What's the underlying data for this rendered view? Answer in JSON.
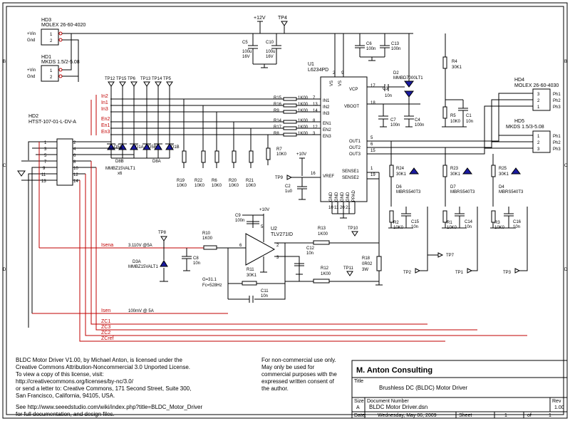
{
  "connectors": {
    "hd3": {
      "ref": "HD3",
      "value": "MOLEX 26-60-4020",
      "pins": [
        "+Vin",
        "Gnd"
      ],
      "pin_numbers": [
        "1",
        "2"
      ]
    },
    "hd1": {
      "ref": "HD1",
      "value": "MKDS 1.5/2-5.08",
      "pins": [
        "+Vin",
        "Gnd"
      ],
      "pin_numbers": [
        "1",
        "2"
      ]
    },
    "hd2": {
      "ref": "HD2",
      "value": "HTST-107-01-L-DV-A",
      "pin_numbers": [
        "2",
        "4",
        "6",
        "8",
        "10",
        "12",
        "14",
        "1",
        "3",
        "5",
        "7",
        "9",
        "11",
        "13"
      ]
    },
    "hd4": {
      "ref": "HD4",
      "value": "MOLEX 26-60-4030",
      "pins": [
        "Ph1",
        "Ph2",
        "Ph3"
      ],
      "pin_numbers": [
        "3",
        "2",
        "1"
      ]
    },
    "hd5": {
      "ref": "HD5",
      "value": "MKDS 1.5/3-5.08",
      "pins": [
        "Ph1",
        "Ph2",
        "Ph3"
      ],
      "pin_numbers": [
        "1",
        "2",
        "3"
      ]
    }
  },
  "power": {
    "v12": "+12V",
    "v10a": "+10V",
    "v10b": "+10V"
  },
  "testpoints": [
    "TP4",
    "TP12",
    "TP15",
    "TP6",
    "TP13",
    "TP14",
    "TP5",
    "TP9",
    "TP8",
    "TP10",
    "TP11",
    "TP2",
    "TP7",
    "TP1",
    "TP3"
  ],
  "ic": {
    "ref": "U1",
    "value": "L6234PD",
    "pins_left": [
      {
        "name": "IN1",
        "num": "7"
      },
      {
        "name": "IN2",
        "num": "13"
      },
      {
        "name": "IN3",
        "num": "14"
      },
      {
        "name": "EN1",
        "num": "8"
      },
      {
        "name": "EN2",
        "num": "12"
      },
      {
        "name": "EN3",
        "num": "3"
      },
      {
        "name": "VREF",
        "num": "16"
      }
    ],
    "pins_right": [
      {
        "name": "VCP",
        "num": "17"
      },
      {
        "name": "VBOOT",
        "num": "18"
      },
      {
        "name": "OUT1",
        "num": "5"
      },
      {
        "name": "OUT2",
        "num": "6"
      },
      {
        "name": "OUT3",
        "num": "15"
      },
      {
        "name": "SENSE1",
        "num": "1"
      },
      {
        "name": "SENSE2",
        "num": "19"
      }
    ],
    "pins_top": [
      {
        "name": "VS",
        "num": "2"
      },
      {
        "name": "VS",
        "num": "9"
      }
    ],
    "pins_bottom": [
      {
        "name": "GND",
        "num": "10"
      },
      {
        "name": "GND",
        "num": "11"
      },
      {
        "name": "GND",
        "num": "20"
      },
      {
        "name": "GND",
        "num": "21"
      },
      {
        "name": "PPAD",
        "num": ""
      }
    ]
  },
  "opamp": {
    "ref": "U2",
    "value": "TLV271ID",
    "pins": [
      "6",
      "2",
      "3",
      "5"
    ]
  },
  "components": {
    "r15": "R15",
    "r15v": "1K00",
    "r16": "R16",
    "r16v": "1K00",
    "r9": "R9",
    "r9v": "1K00",
    "r14": "R14",
    "r14v": "1K00",
    "r17": "R17",
    "r17v": "1K00",
    "r8": "R8",
    "r8v": "1K00",
    "r7": "R7",
    "r7v": "10K0",
    "r19": "R19",
    "r19v": "10K0",
    "r22": "R22",
    "r22v": "10K0",
    "r6": "R6",
    "r6v": "10K0",
    "r20": "R20",
    "r20v": "10K0",
    "r21": "R21",
    "r21v": "10K0",
    "r4": "R4",
    "r4v": "30K1",
    "r5": "R5",
    "r5v": "10K0",
    "r24": "R24",
    "r24v": "30K1",
    "r23": "R23",
    "r23v": "30K1",
    "r25": "R25",
    "r25v": "30K1",
    "r2": "R2",
    "r2v": "10K0",
    "r1": "R1",
    "r1v": "10K0",
    "r3": "R3",
    "r3v": "10K0",
    "r10": "R10",
    "r10v": "1K00",
    "r11": "R11",
    "r11v": "30K1",
    "r13": "R13",
    "r13v": "1K00",
    "r12": "R12",
    "r12v": "1K00",
    "r18": "R18",
    "r18v": "0R02",
    "r18p": "3W",
    "c5": "C5",
    "c5v": "100u",
    "c5v2": "16V",
    "c10": "C10",
    "c10v": "100u",
    "c10v2": "16V",
    "c6": "C6",
    "c6v": "100n",
    "c13": "C13",
    "c13v": "100n",
    "c3": "C3",
    "c3v": "10n",
    "c1": "C1",
    "c1v": "10n",
    "c7": "C7",
    "c7v": "100n",
    "c4": "C4",
    "c4v": "100n",
    "c2": "C2",
    "c2v": "1u0",
    "c15": "C15",
    "c15v": "10n",
    "c14": "C14",
    "c14v": "10n",
    "c16": "C16",
    "c16v": "10n",
    "c9": "C9",
    "c9v": "100n",
    "c8": "C8",
    "c8v": "10n",
    "c12": "C12",
    "c12v": "10n",
    "c11": "C11",
    "c11v": "10n",
    "d2": "D2",
    "d2v": "MMBD7000LT1",
    "d5a": "D5A",
    "d8b": "D8B",
    "d1a": "D1A",
    "d5b": "D5B",
    "d1b": "D1B",
    "d8a": "D8A",
    "dzv": "MMBZ15VALT1",
    "dzq": "x6",
    "d6": "D6",
    "d6v": "MBRS540T3",
    "d7": "D7",
    "d7v": "MBRS540T3",
    "d4": "D4",
    "d4v": "MBRS540T3",
    "d3a": "D3A",
    "d3av": "MMBZ15VALT1"
  },
  "nets": {
    "in2": "In2",
    "in1": "In1",
    "in3": "In3",
    "en2": "En2",
    "en1": "En1",
    "en3": "En3",
    "isena": "Isena",
    "isena_note": "3.110V @5A",
    "isen": "Isen",
    "isen_note": "100mV @ 5A",
    "zc1": "ZC1",
    "zc3": "ZC3",
    "zc2": "ZC2",
    "zcref": "ZCref"
  },
  "gain_note": {
    "gain": "G=31.1",
    "fc": "Fc=528Hz"
  },
  "border": {
    "left": [
      "B",
      "C",
      "D"
    ],
    "right": [
      "B",
      "C",
      "D"
    ]
  },
  "license_text": [
    "BLDC Motor Driver V1.00, by Michael Anton, is licensed under the",
    "Creative Commons Attribution-Noncommercial 3.0 Unported License.",
    "To view a copy of this license, visit:",
    "http://creativecommons.org/licenses/by-nc/3.0/",
    "or send a letter to: Creative Commons, 171 Second Street, Suite 300,",
    "San Francisco, California, 94105, USA.",
    "",
    "See http://www.seeedstudio.com/wiki/index.php?title=BLDC_Motor_Driver",
    "for full documentation, and design files."
  ],
  "usage_text": [
    "For non-commercial use only.",
    "May only be used for",
    "commercial purposes with the",
    "expressed written consent of",
    "the author."
  ],
  "title_block": {
    "company": "M. Anton Consulting",
    "title_label": "Title",
    "title": "Brushless DC (BLDC) Motor Driver",
    "size_label": "Size",
    "size": "A",
    "docnum_label": "Document Number",
    "docnum": "BLDC Motor Driver.dsn",
    "rev_label": "Rev",
    "rev": "1.00",
    "date_label": "Date:",
    "date": "Wednesday, May 06, 2009",
    "sheet_label": "Sheet",
    "sheet": "1",
    "of_label": "of",
    "of": "1"
  }
}
